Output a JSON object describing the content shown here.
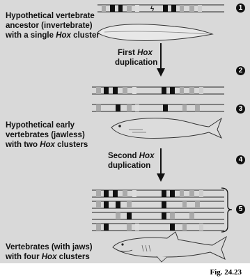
{
  "figure_label": "Fig. 24.23",
  "steps": {
    "s1": {
      "badge": "1",
      "line1": "Hypothetical vertebrate",
      "line2": "ancestor (invertebrate)",
      "line3_a": "with a single ",
      "line3_hox": "Hox",
      "line3_b": " cluster"
    },
    "s2": {
      "badge": "2",
      "line1_a": "First ",
      "line1_hox": "Hox",
      "line2": "duplication"
    },
    "s3": {
      "badge": "3",
      "line1": "Hypothetical early",
      "line2": "vertebrates (jawless)",
      "line3_a": "with two ",
      "line3_hox": "Hox",
      "line3_b": " clusters"
    },
    "s4": {
      "badge": "4",
      "line1_a": "Second ",
      "line1_hox": "Hox",
      "line2": "duplication"
    },
    "s5": {
      "badge": "5",
      "line1": "Vertebrates (with jaws)",
      "line2_a": "with four ",
      "line2_hox": "Hox",
      "line2_b": " clusters"
    }
  },
  "colors": {
    "panel": "#d9d9d9",
    "gene_black": "#111111",
    "gene_gray": "#9a9a9a",
    "gene_light": "#c8c8c8"
  }
}
